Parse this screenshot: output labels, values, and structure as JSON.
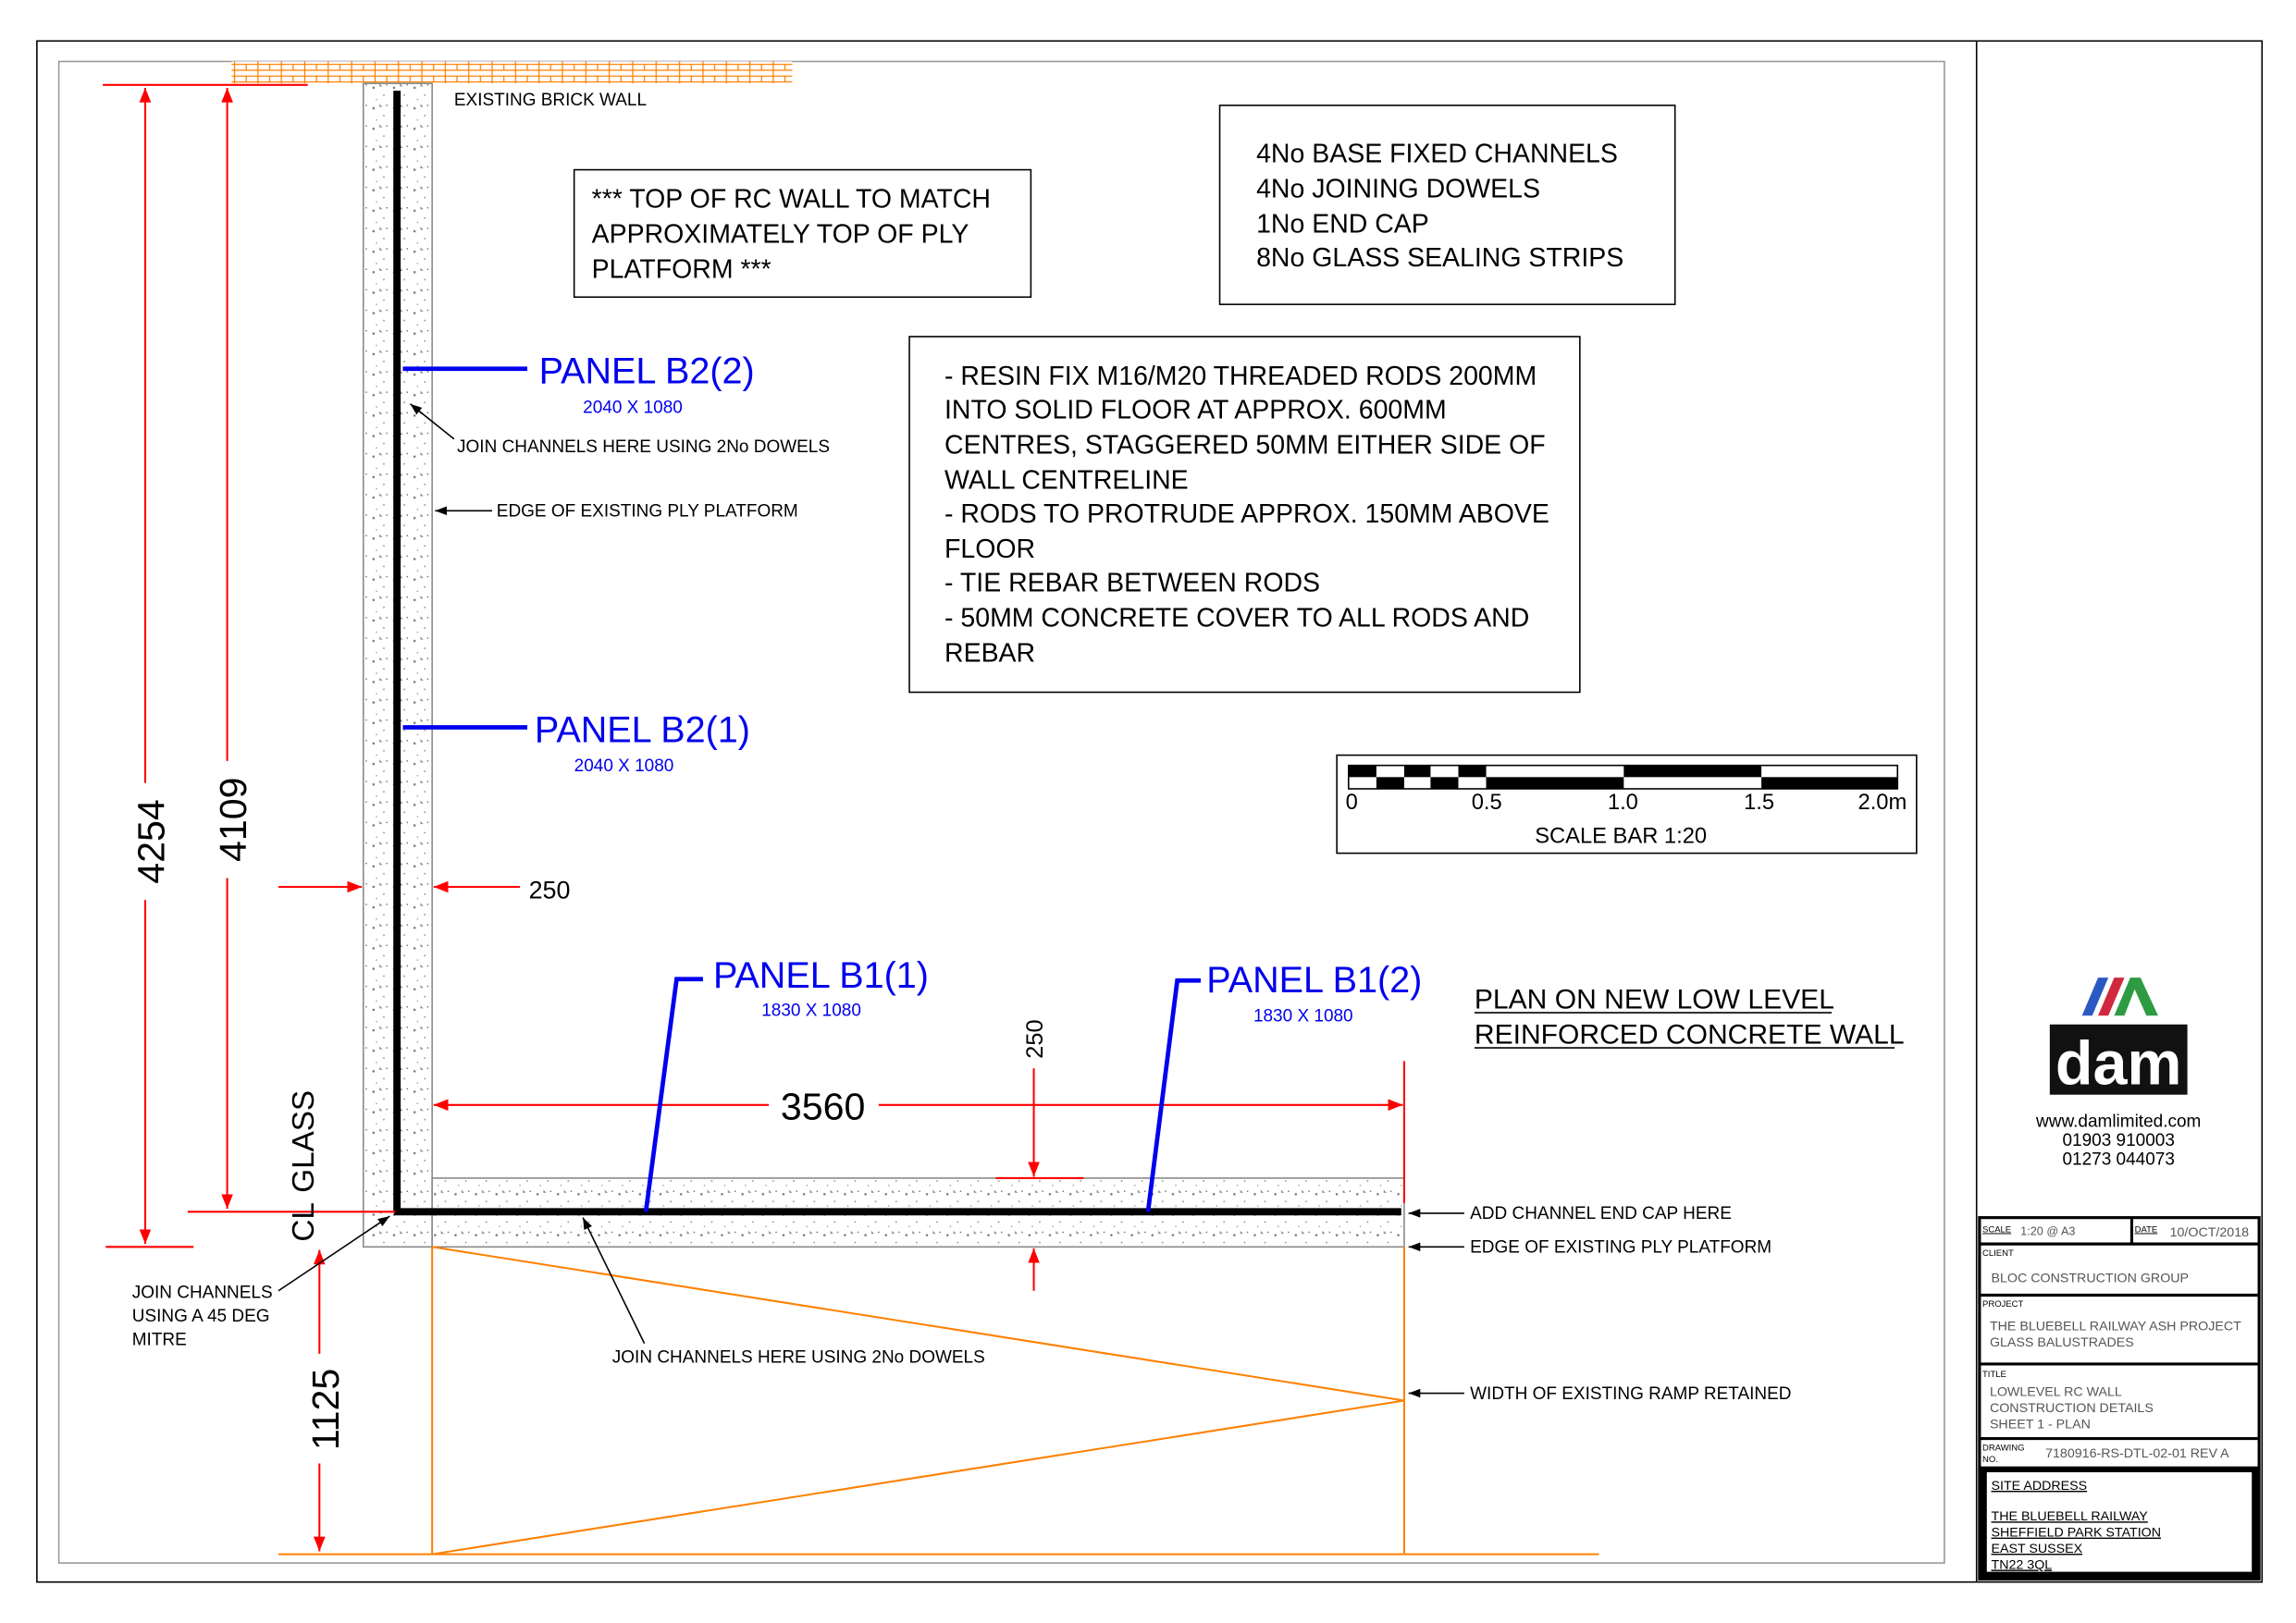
{
  "drawing": {
    "existing_brick_wall": "EXISTING BRICK WALL",
    "note_top": [
      "*** TOP OF RC WALL TO MATCH",
      "APPROXIMATELY TOP OF PLY",
      "PLATFORM ***"
    ],
    "materials": [
      "4No BASE FIXED CHANNELS",
      "4No JOINING DOWELS",
      "1No END CAP",
      "8No GLASS SEALING STRIPS"
    ],
    "method": [
      "- RESIN FIX M16/M20 THREADED RODS 200MM",
      "INTO SOLID FLOOR AT APPROX. 600MM",
      "CENTRES, STAGGERED 50MM EITHER SIDE OF",
      "WALL CENTRELINE",
      "- RODS TO PROTRUDE APPROX. 150MM ABOVE",
      "FLOOR",
      "- TIE REBAR BETWEEN RODS",
      "- 50MM CONCRETE COVER TO ALL RODS AND",
      "REBAR"
    ],
    "panels": [
      {
        "name": "PANEL B2(2)",
        "size": "2040 X 1080"
      },
      {
        "name": "PANEL B2(1)",
        "size": "2040 X 1080"
      },
      {
        "name": "PANEL B1(1)",
        "size": "1830 X 1080"
      },
      {
        "name": "PANEL B1(2)",
        "size": "1830 X 1080"
      }
    ],
    "labels": {
      "join_dowels_vertical": "JOIN CHANNELS HERE USING 2No DOWELS",
      "edge_ply_vertical": "EDGE OF EXISTING PLY PLATFORM",
      "end_cap": "ADD CHANNEL END CAP HERE",
      "edge_ply_horizontal": "EDGE OF EXISTING PLY PLATFORM",
      "join_dowels_horizontal": "JOIN CHANNELS HERE USING 2No DOWELS",
      "ramp": "WIDTH OF EXISTING RAMP RETAINED",
      "mitre": [
        "JOIN CHANNELS",
        "USING A 45 DEG",
        "MITRE"
      ],
      "glass_cl": "GLASS",
      "cl": "CL"
    },
    "dimensions": {
      "d4254": "4254",
      "d4109": "4109",
      "d250h": "250",
      "d250v": "250",
      "d3560": "3560",
      "d1125": "1125"
    },
    "plan_title": [
      "PLAN ON NEW LOW LEVEL",
      "REINFORCED CONCRETE WALL"
    ],
    "scale_bar": {
      "ticks": [
        "0",
        "0.5",
        "1.0",
        "1.5",
        "2.0m"
      ],
      "caption": "SCALE BAR 1:20"
    }
  },
  "logo": {
    "text": "dam",
    "web": "www.damlimited.com",
    "phone1": "01903 910003",
    "phone2": "01273 044073",
    "colors": [
      "#2b59c3",
      "#d0283c",
      "#2e9b43"
    ]
  },
  "title_block": {
    "scale_label": "SCALE",
    "scale": "1:20 @ A3",
    "date_label": "DATE",
    "date": "10/OCT/2018",
    "client_label": "CLIENT",
    "client": "BLOC CONSTRUCTION GROUP",
    "project_label": "PROJECT",
    "project": [
      "THE BLUEBELL RAILWAY ASH PROJECT",
      "GLASS BALUSTRADES"
    ],
    "title_label": "TITLE",
    "title": [
      "LOWLEVEL RC WALL",
      "CONSTRUCTION DETAILS",
      "SHEET 1 - PLAN"
    ],
    "drawing_label": [
      "DRAWING",
      "NO."
    ],
    "drawing_no": "7180916-RS-DTL-02-01 REV A",
    "site_label": "SITE ADDRESS",
    "site": [
      "THE BLUEBELL RAILWAY",
      "SHEFFIELD PARK STATION",
      "EAST SUSSEX",
      "TN22 3QL"
    ]
  }
}
